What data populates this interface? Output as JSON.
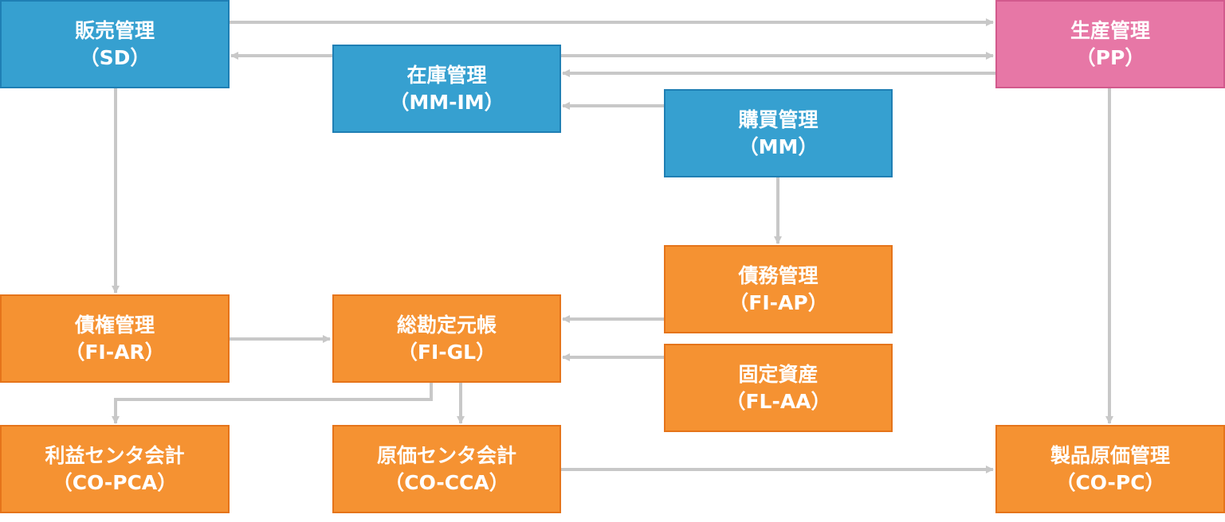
{
  "nodes": {
    "sd": {
      "title": "販売管理",
      "code": "（SD）"
    },
    "pp": {
      "title": "生産管理",
      "code": "（PP）"
    },
    "mmim": {
      "title": "在庫管理",
      "code": "（MM-IM）"
    },
    "mm": {
      "title": "購買管理",
      "code": "（MM）"
    },
    "fiap": {
      "title": "債務管理",
      "code": "（FI-AP）"
    },
    "fiar": {
      "title": "債権管理",
      "code": "（FI-AR）"
    },
    "figl": {
      "title": "総勘定元帳",
      "code": "（FI-GL）"
    },
    "flaa": {
      "title": "固定資産",
      "code": "（FL-AA）"
    },
    "copca": {
      "title": "利益センタ会計",
      "code": "（CO-PCA）"
    },
    "cocca": {
      "title": "原価センタ会計",
      "code": "（CO-CCA）"
    },
    "copc": {
      "title": "製品原価管理",
      "code": "（CO-PC）"
    }
  },
  "colors": {
    "logistics": "#36a0d0",
    "production": "#e777a6",
    "finance": "#f59232",
    "arrow": "#c8c8c8"
  }
}
